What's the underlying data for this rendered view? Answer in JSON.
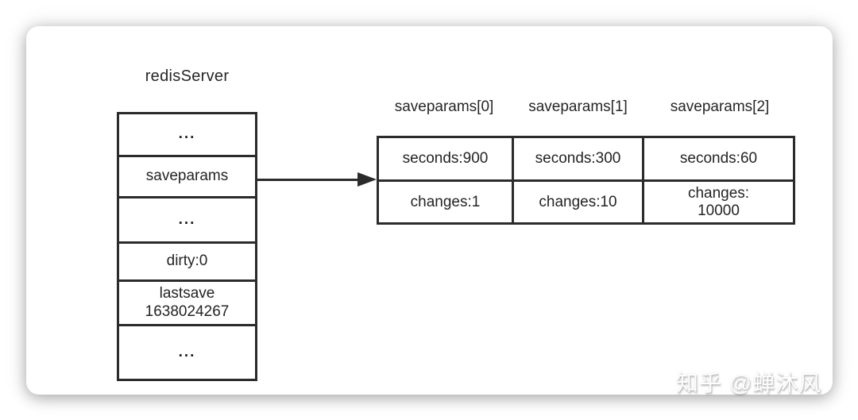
{
  "diagram": {
    "title": "redisServer",
    "struct_rows": [
      "...",
      "saveparams",
      "...",
      "dirty:0",
      "lastsave\n1638024267",
      "..."
    ],
    "array_headers": [
      "saveparams[0]",
      "saveparams[1]",
      "saveparams[2]"
    ],
    "array_rows": [
      [
        "seconds:900",
        "seconds:300",
        "seconds:60"
      ],
      [
        "changes:1",
        "changes:10",
        "changes:\n10000"
      ]
    ],
    "colors": {
      "line": "#2b2b2b",
      "card_bg": "#ffffff",
      "text": "#242424"
    }
  },
  "watermark": {
    "text": "知乎 @蝉沐风"
  }
}
